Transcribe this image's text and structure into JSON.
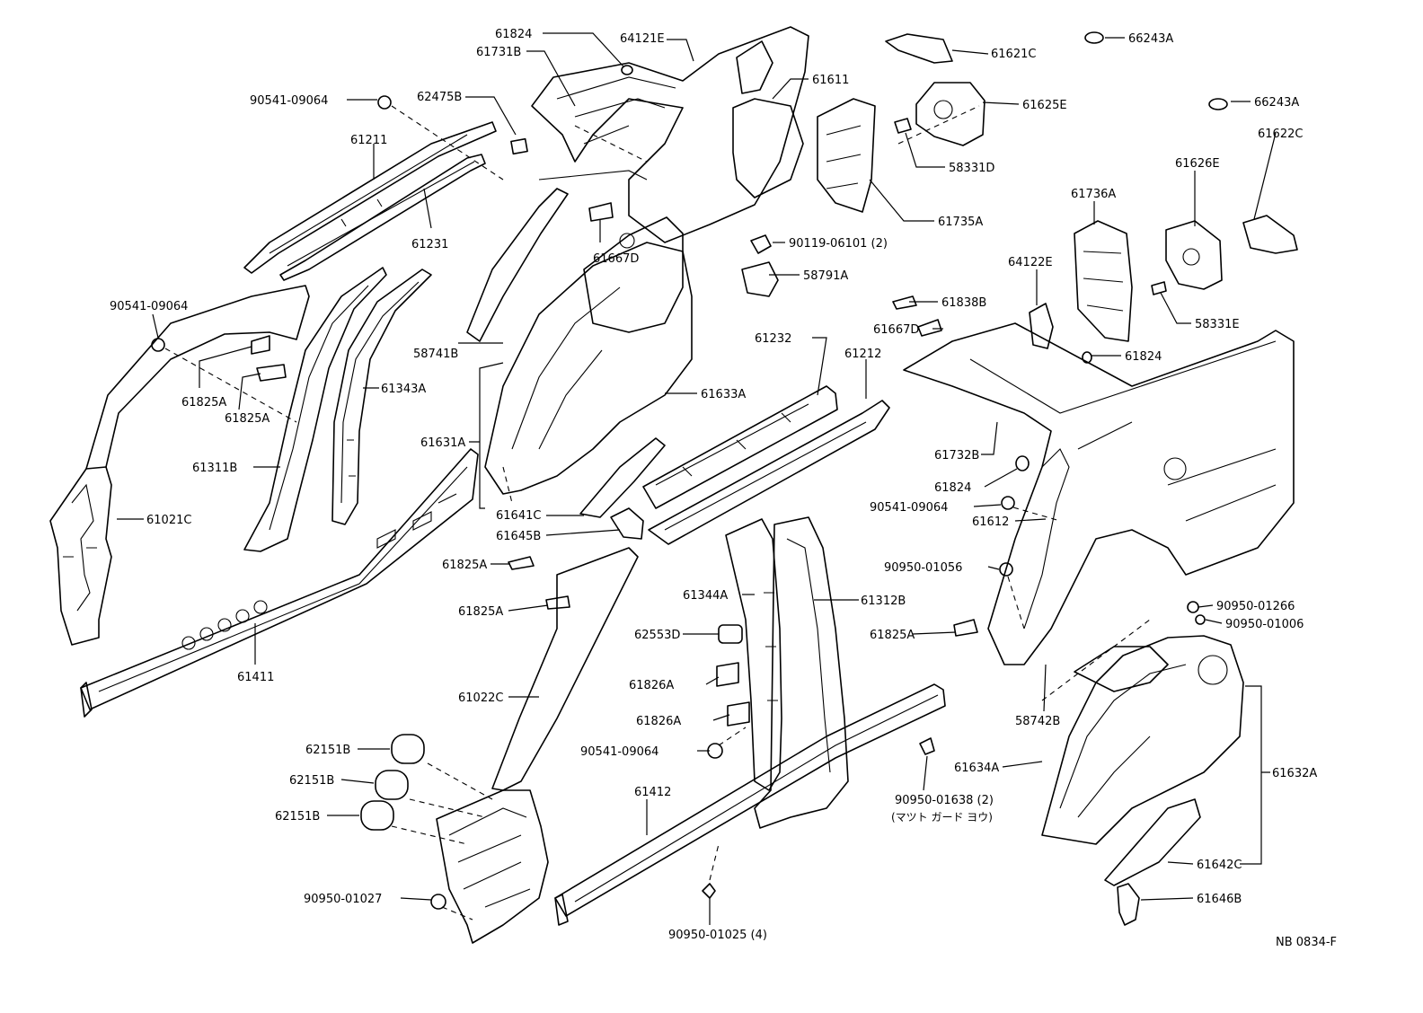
{
  "diagram": {
    "code": "NB 0834-F",
    "parts": [
      {
        "id": "p1",
        "label": "61824"
      },
      {
        "id": "p2",
        "label": "64121E"
      },
      {
        "id": "p3",
        "label": "61731B"
      },
      {
        "id": "p4",
        "label": "61611"
      },
      {
        "id": "p5",
        "label": "90541-09064"
      },
      {
        "id": "p6",
        "label": "62475B"
      },
      {
        "id": "p7",
        "label": "61211"
      },
      {
        "id": "p8",
        "label": "61231"
      },
      {
        "id": "p9",
        "label": "61667D"
      },
      {
        "id": "p10",
        "label": "90541-09064"
      },
      {
        "id": "p11",
        "label": "58741B"
      },
      {
        "id": "p12",
        "label": "61343A"
      },
      {
        "id": "p13",
        "label": "61825A"
      },
      {
        "id": "p14",
        "label": "61825A"
      },
      {
        "id": "p15",
        "label": "61311B"
      },
      {
        "id": "p16",
        "label": "61021C"
      },
      {
        "id": "p17",
        "label": "61631A"
      },
      {
        "id": "p18",
        "label": "61633A"
      },
      {
        "id": "p19",
        "label": "61641C"
      },
      {
        "id": "p20",
        "label": "61645B"
      },
      {
        "id": "p21",
        "label": "61411"
      },
      {
        "id": "p22",
        "label": "61621C"
      },
      {
        "id": "p23",
        "label": "66243A"
      },
      {
        "id": "p24",
        "label": "61625E"
      },
      {
        "id": "p25",
        "label": "66243A"
      },
      {
        "id": "p26",
        "label": "58331D"
      },
      {
        "id": "p27",
        "label": "61622C"
      },
      {
        "id": "p28",
        "label": "61735A"
      },
      {
        "id": "p29",
        "label": "61626E"
      },
      {
        "id": "p30",
        "label": "90119-06101 (2)"
      },
      {
        "id": "p31",
        "label": "61736A"
      },
      {
        "id": "p32",
        "label": "58791A"
      },
      {
        "id": "p33",
        "label": "64122E"
      },
      {
        "id": "p34",
        "label": "61838B"
      },
      {
        "id": "p35",
        "label": "58331E"
      },
      {
        "id": "p36",
        "label": "61667D"
      },
      {
        "id": "p37",
        "label": "61232"
      },
      {
        "id": "p38",
        "label": "61824"
      },
      {
        "id": "p39",
        "label": "61212"
      },
      {
        "id": "p40",
        "label": "61732B"
      },
      {
        "id": "p41",
        "label": "61824"
      },
      {
        "id": "p42",
        "label": "90541-09064"
      },
      {
        "id": "p43",
        "label": "61612"
      },
      {
        "id": "p44",
        "label": "90950-01056"
      },
      {
        "id": "p45",
        "label": "61825A"
      },
      {
        "id": "p46",
        "label": "61825A"
      },
      {
        "id": "p47",
        "label": "61344A"
      },
      {
        "id": "p48",
        "label": "61312B"
      },
      {
        "id": "p49",
        "label": "90950-01266"
      },
      {
        "id": "p50",
        "label": "90950-01006"
      },
      {
        "id": "p51",
        "label": "62553D"
      },
      {
        "id": "p52",
        "label": "61825A"
      },
      {
        "id": "p53",
        "label": "61826A"
      },
      {
        "id": "p54",
        "label": "61022C"
      },
      {
        "id": "p55",
        "label": "61826A"
      },
      {
        "id": "p56",
        "label": "58742B"
      },
      {
        "id": "p57",
        "label": "62151B"
      },
      {
        "id": "p58",
        "label": "90541-09064"
      },
      {
        "id": "p59",
        "label": "61634A"
      },
      {
        "id": "p60",
        "label": "61632A"
      },
      {
        "id": "p61",
        "label": "62151B"
      },
      {
        "id": "p62",
        "label": "90950-01638 (2)"
      },
      {
        "id": "p63",
        "label": "(マツト ガード ヨウ)"
      },
      {
        "id": "p64",
        "label": "62151B"
      },
      {
        "id": "p65",
        "label": "61412"
      },
      {
        "id": "p66",
        "label": "61642C"
      },
      {
        "id": "p67",
        "label": "90950-01027"
      },
      {
        "id": "p68",
        "label": "61646B"
      },
      {
        "id": "p69",
        "label": "90950-01025 (4)"
      }
    ]
  }
}
